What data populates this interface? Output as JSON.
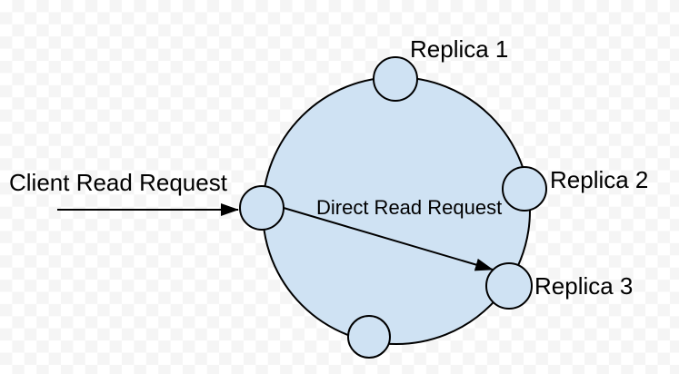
{
  "diagram": {
    "labels": {
      "client_request": "Client Read Request",
      "direct_request": "Direct Read Request",
      "replica1": "Replica 1",
      "replica2": "Replica 2",
      "replica3": "Replica 3"
    }
  },
  "colors": {
    "node_fill": "#cfe2f3",
    "outline": "#000000",
    "text": "#000000"
  }
}
